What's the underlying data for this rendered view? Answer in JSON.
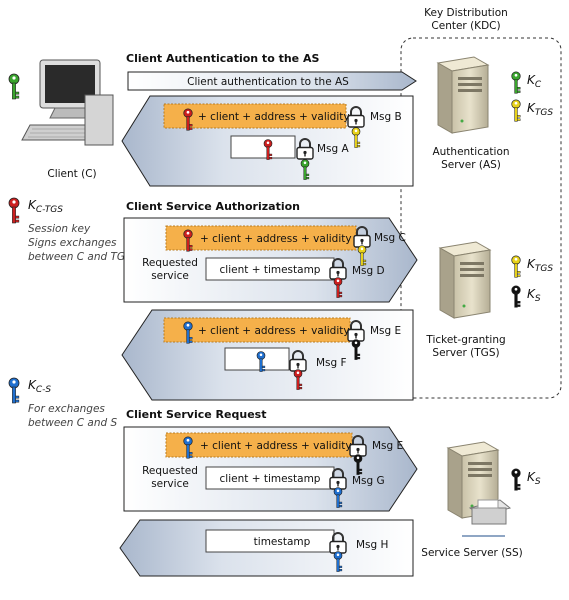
{
  "kdc": {
    "title_line1": "Key Distribution",
    "title_line2": "Center (KDC)"
  },
  "sections": {
    "auth": "Client Authentication to the AS",
    "authorization": "Client Service Authorization",
    "request": "Client Service Request"
  },
  "client": {
    "label": "Client (C)"
  },
  "legend": {
    "ctgs_key": "K",
    "ctgs_sub": "C-TGS",
    "ctgs_desc_line1": "Session key",
    "ctgs_desc_line2": "Signs exchanges",
    "ctgs_desc_line3": "between C and TGS",
    "cs_key": "K",
    "cs_sub": "C-S",
    "cs_desc_line1": "For exchanges",
    "cs_desc_line2": "between C and S"
  },
  "servers": {
    "as_line1": "Authentication",
    "as_line2": "Server (AS)",
    "tgs_line1": "Ticket-granting",
    "tgs_line2": "Server (TGS)",
    "ss": "Service Server (SS)"
  },
  "server_keys": {
    "as_kc": "K",
    "as_kc_sub": "C",
    "as_ktgs": "K",
    "as_ktgs_sub": "TGS",
    "tgs_ktgs": "K",
    "tgs_ktgs_sub": "TGS",
    "tgs_ks": "K",
    "tgs_ks_sub": "S",
    "ss_ks": "K",
    "ss_ks_sub": "S"
  },
  "arrows": {
    "auth_request": "Client authentication to the AS"
  },
  "messages": {
    "ticket_text": "+ client + address + validity",
    "msg_a": "Msg A",
    "msg_b": "Msg B",
    "msg_c": "Msg C",
    "msg_d": "Msg D",
    "msg_e": "Msg E",
    "msg_f": "Msg F",
    "msg_g": "Msg G",
    "msg_h": "Msg H",
    "client_timestamp": "client + timestamp",
    "timestamp": "timestamp",
    "requested_service_line1": "Requested",
    "requested_service_line2": "service"
  },
  "colors": {
    "green_key": "#3aa52d",
    "yellow_key": "#e8d21a",
    "red_key": "#cc1f1f",
    "blue_key": "#1f6fcf",
    "black_key": "#111111",
    "ticket_orange": "#f5b04a",
    "arrow_fill_dark": "#b9c6d9",
    "arrow_fill_light": "#ffffff"
  }
}
